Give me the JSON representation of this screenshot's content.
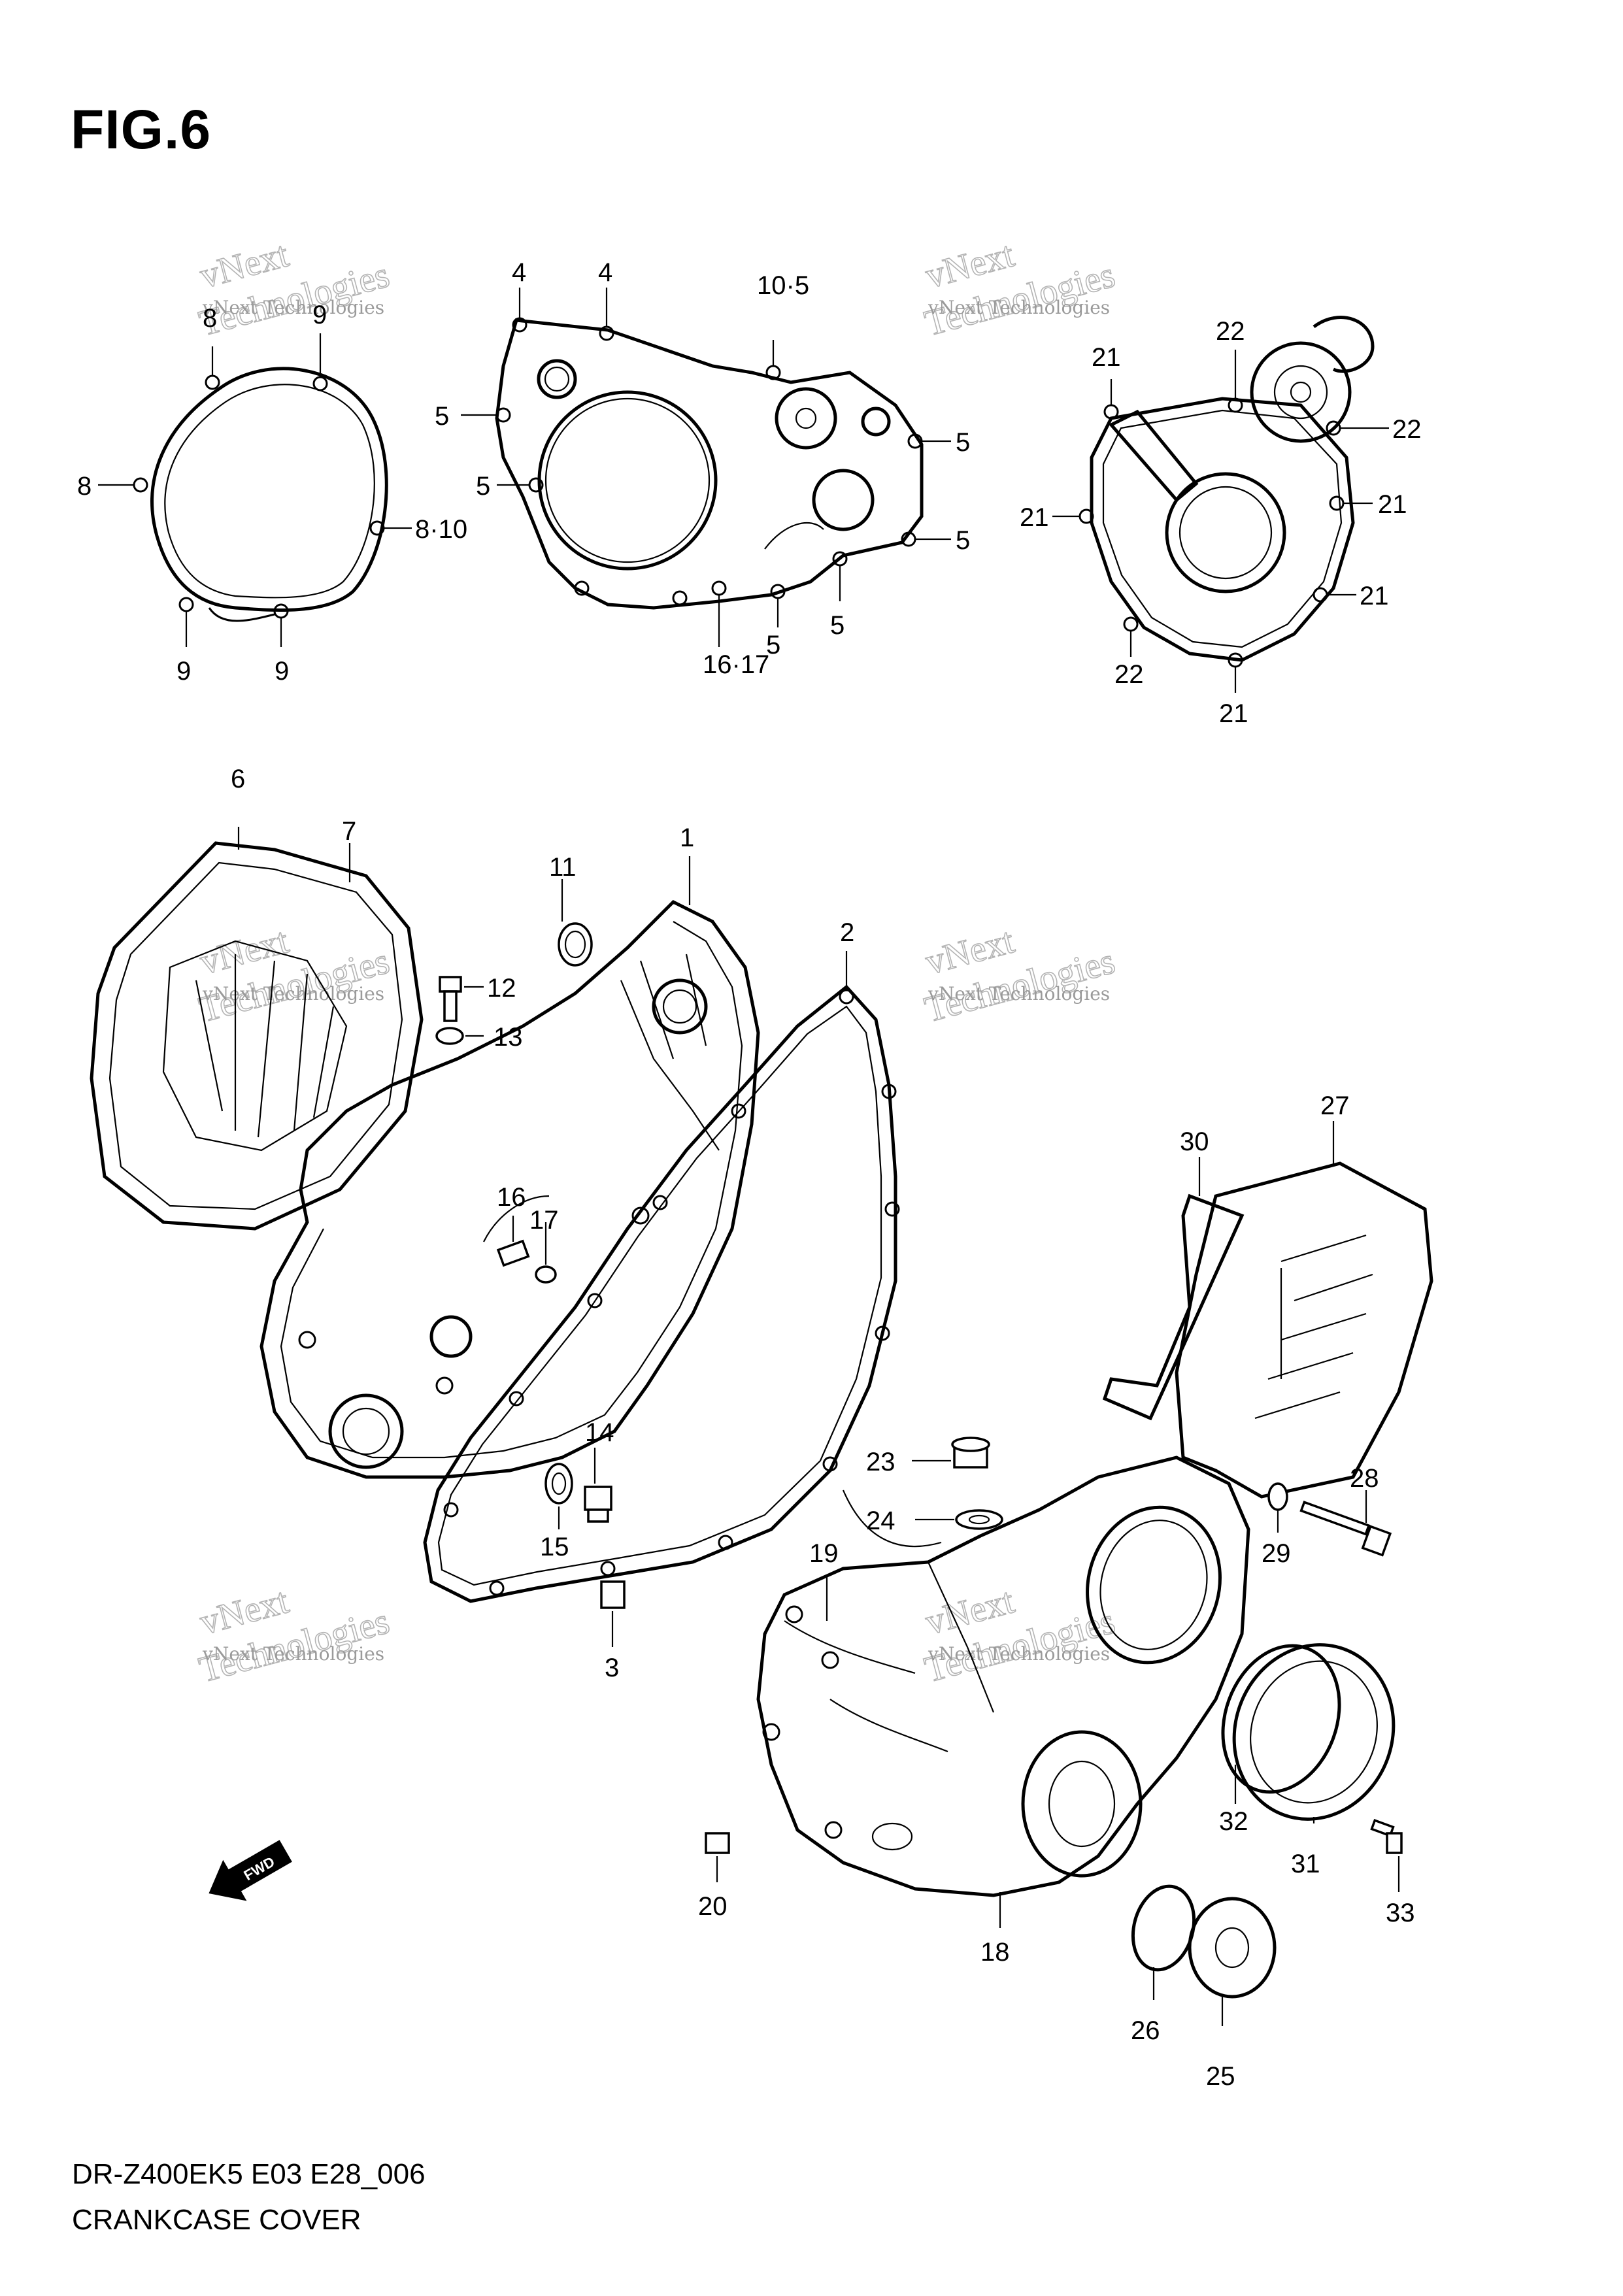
{
  "figure": {
    "title": "FIG.6"
  },
  "footer": {
    "model_code": "DR-Z400EK5 E03 E28_006",
    "caption": "CRANKCASE COVER"
  },
  "watermark": {
    "line1": "vNext Technologies",
    "line2": "vNext",
    "line3": "Technologies"
  },
  "fwd_arrow": {
    "label": "FWD"
  },
  "callouts": {
    "c8a": "8",
    "c9a": "9",
    "c8b": "8",
    "c8_10": "8·10",
    "c9b": "9",
    "c9c": "9",
    "c4a": "4",
    "c4b": "4",
    "c10_5": "10·5",
    "c5a": "5",
    "c5b": "5",
    "c5c": "5",
    "c5d": "5",
    "c5e": "5",
    "c5f": "5",
    "c16_17a": "16·17",
    "c21a": "21",
    "c22a": "22",
    "c22b": "22",
    "c21b": "21",
    "c21c": "21",
    "c21d": "21",
    "c22c": "22",
    "c21e": "21",
    "c6": "6",
    "c7": "7",
    "c11": "11",
    "c1": "1",
    "c2": "2",
    "c12": "12",
    "c13": "13",
    "c16": "16",
    "c17": "17",
    "c14": "14",
    "c15": "15",
    "c3": "3",
    "c30": "30",
    "c27": "27",
    "c23": "23",
    "c24": "24",
    "c19": "19",
    "c28": "28",
    "c29": "29",
    "c32": "32",
    "c31": "31",
    "c33": "33",
    "c20": "20",
    "c26": "26",
    "c25": "25",
    "c18": "18"
  }
}
